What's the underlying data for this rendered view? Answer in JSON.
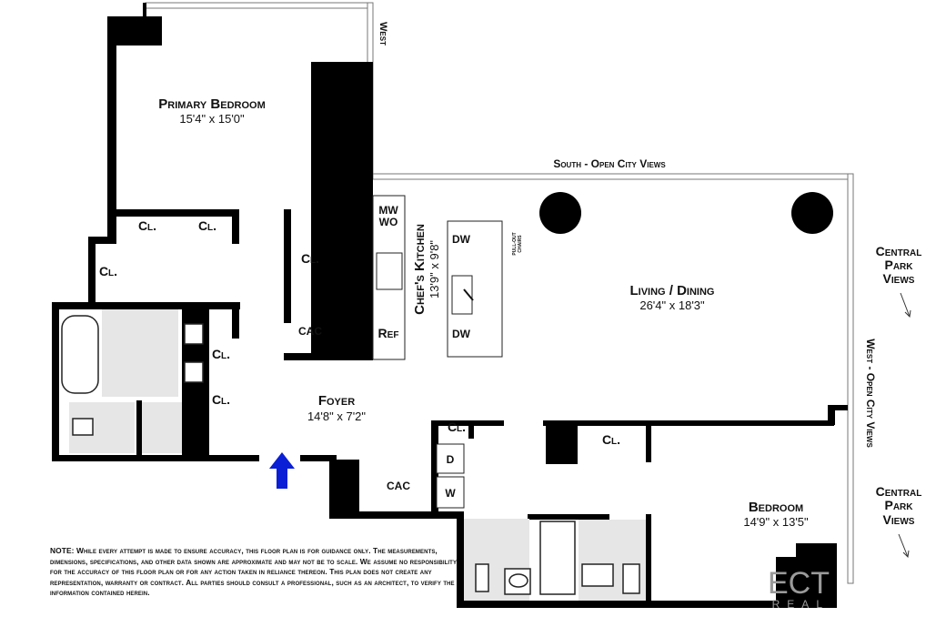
{
  "rooms": {
    "primary_bedroom": {
      "name": "Primary Bedroom",
      "dims": "15'4\"  x  15'0\""
    },
    "living_dining": {
      "name": "Living / Dining",
      "dims": "26'4\"  x  18'3\""
    },
    "kitchen": {
      "name": "Chef's Kitchen",
      "dims": "13'9\"  x  9'8\""
    },
    "foyer": {
      "name": "Foyer",
      "dims": "14'8\"  x  7'2\""
    },
    "bedroom": {
      "name": "Bedroom",
      "dims": "14'9\"  x  13'5\""
    }
  },
  "fixtures": {
    "closet": "Cl.",
    "cac": "CAC",
    "mw": "MW",
    "wo": "WO",
    "ref": "Ref",
    "dw": "DW",
    "dryer": "D",
    "washer": "W",
    "pullout_1": "PULL-OUT",
    "pullout_2": "CHAIRS"
  },
  "exposures": {
    "west_top": "West",
    "south": "South - Open City Views",
    "west_side": "West - Open City Views",
    "central_park_1": [
      "Central",
      "Park",
      "Views"
    ],
    "central_park_2": [
      "Central",
      "Park",
      "Views"
    ]
  },
  "entrance_arrow_color": "#0a1fd6",
  "note": "NOTE: While every attempt is made to ensure accuracy, this floor plan is for guidance only. The measurements, dimensions, specifications, and other data shown are approximate and may not be to scale. We assume no responsibility for the accuracy of this floor plan or for any action taken in reliance thereon. This plan does not create any representation, warranty or contract. All parties should consult a professional, such as an architect, to verify the information contained herein.",
  "watermark": {
    "line1": "ECT",
    "line2": "REAL"
  }
}
